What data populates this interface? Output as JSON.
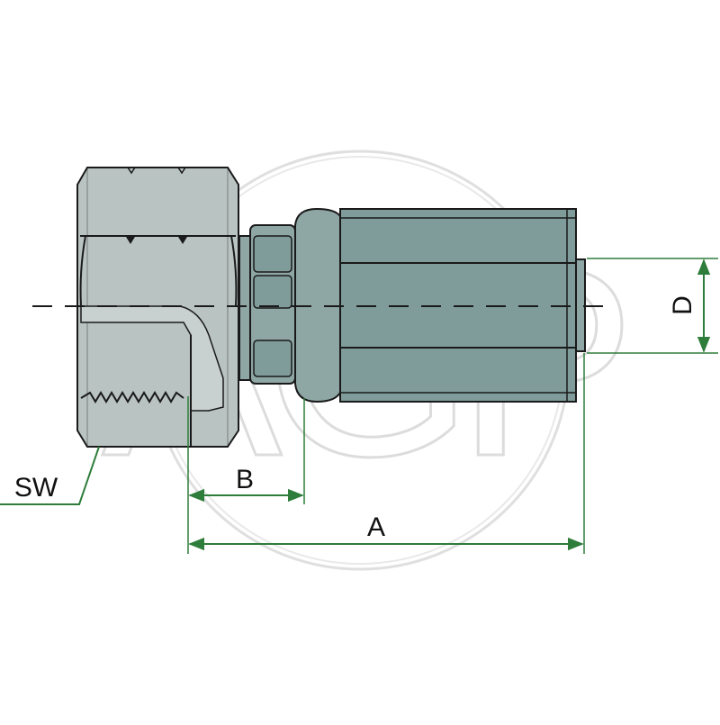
{
  "labels": {
    "sw": "SW",
    "b": "B",
    "a": "A",
    "d": "D"
  },
  "watermark": {
    "text": "AGP",
    "color": "#d9d9d9"
  },
  "colors": {
    "nut_fill": "#b9c3c2",
    "sleeve_fill": "#7f9c9a",
    "sleeve_dark": "#6f8b89",
    "outline": "#1a1a1a",
    "dimension_line": "#2e7d3a"
  }
}
